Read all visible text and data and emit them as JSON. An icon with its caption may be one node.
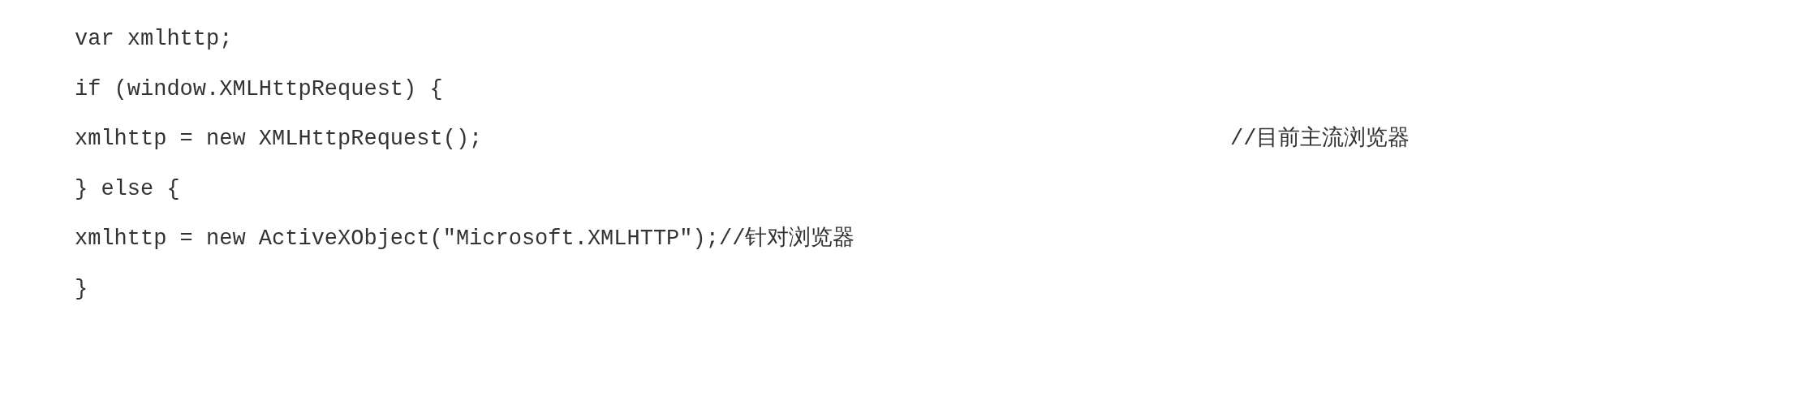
{
  "diagram": {
    "labels": [
      "var xmlhttp;",
      "if (window.XMLHttpRequest) {",
      "xmlhttp = new XMLHttpRequest();",
      "//目前主流浏览器",
      "} else {",
      "xmlhttp = new ActiveXObject(\"Microsoft.XMLHTTP\");//针对浏览器",
      "}"
    ]
  }
}
